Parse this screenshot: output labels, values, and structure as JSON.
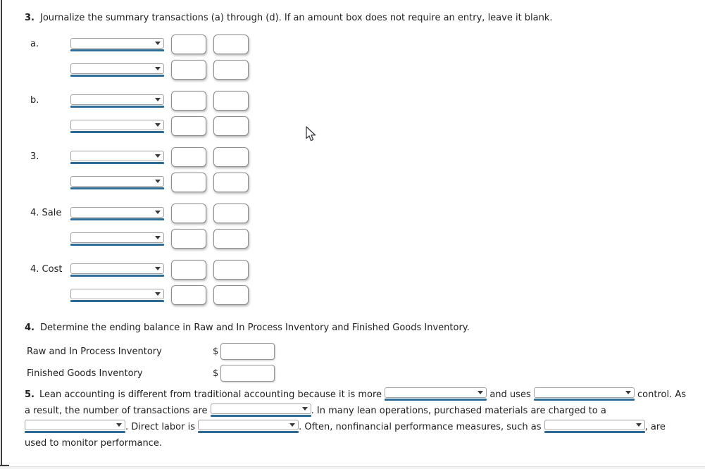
{
  "colors": {
    "accent_underline": "#2d6b96",
    "frame_border": "#3c3c3c",
    "bottom_strip": "#f3f3f3"
  },
  "icons": {
    "select_arrow": "chevron-down",
    "pointer": "arrow-cursor"
  },
  "question3": {
    "number": "3.",
    "heading": "Journalize the summary transactions (a) through (d). If an amount box does not require an entry, leave it blank.",
    "groups": [
      {
        "label": "a.",
        "rows": [
          {
            "account": "",
            "debit": "",
            "credit": ""
          },
          {
            "account": "",
            "debit": "",
            "credit": ""
          }
        ]
      },
      {
        "label": "b.",
        "rows": [
          {
            "account": "",
            "debit": "",
            "credit": ""
          },
          {
            "account": "",
            "debit": "",
            "credit": ""
          }
        ]
      },
      {
        "label": "3.",
        "rows": [
          {
            "account": "",
            "debit": "",
            "credit": ""
          },
          {
            "account": "",
            "debit": "",
            "credit": ""
          }
        ]
      },
      {
        "label": "4. Sale",
        "rows": [
          {
            "account": "",
            "debit": "",
            "credit": ""
          },
          {
            "account": "",
            "debit": "",
            "credit": ""
          }
        ]
      },
      {
        "label": "4. Cost",
        "rows": [
          {
            "account": "",
            "debit": "",
            "credit": ""
          },
          {
            "account": "",
            "debit": "",
            "credit": ""
          }
        ]
      }
    ]
  },
  "question4": {
    "number": "4.",
    "heading": "Determine the ending balance in Raw and In Process Inventory and Finished Goods Inventory.",
    "rows": [
      {
        "label": "Raw and In Process Inventory",
        "currency": "$",
        "value": ""
      },
      {
        "label": "Finished Goods Inventory",
        "currency": "$",
        "value": ""
      }
    ]
  },
  "question5": {
    "number": "5.",
    "line1_a": "Lean accounting is different from traditional accounting because it is more",
    "line1_b": "and uses",
    "line1_c": "control. As",
    "line2_a": "a result, the number of transactions are",
    "line2_b": ". In many lean operations, purchased materials are charged to a",
    "line3_a": ". Direct labor is",
    "line3_b": ". Often, nonfinancial performance measures, such as",
    "line3_c": ", are",
    "line4": "used to monitor performance.",
    "selects": {
      "value": ""
    }
  }
}
